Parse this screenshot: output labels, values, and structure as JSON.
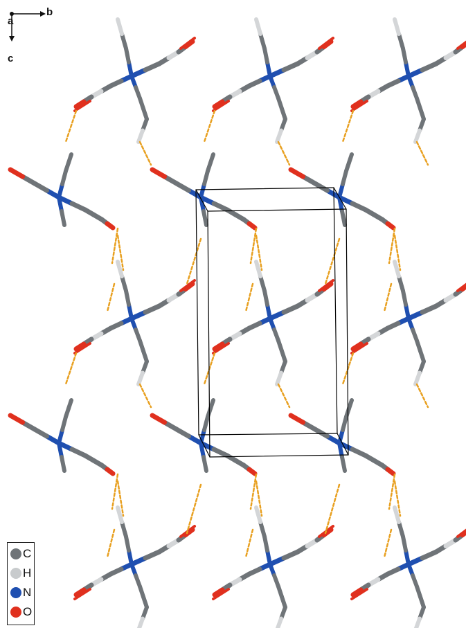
{
  "axes": {
    "b_label": "b",
    "a_label": "a",
    "c_label": "c"
  },
  "legend": [
    {
      "symbol": "C",
      "color": "#6f7478"
    },
    {
      "symbol": "H",
      "color": "#c8cbcd"
    },
    {
      "symbol": "N",
      "color": "#1f4fb0"
    },
    {
      "symbol": "O",
      "color": "#e0301e"
    }
  ],
  "colors": {
    "carbon": "#6f7478",
    "hydrogen": "#d4d6d8",
    "nitrogen": "#1f4fb0",
    "oxygen": "#e0301e",
    "hbond": "#e8a020",
    "cell": "#000000"
  }
}
